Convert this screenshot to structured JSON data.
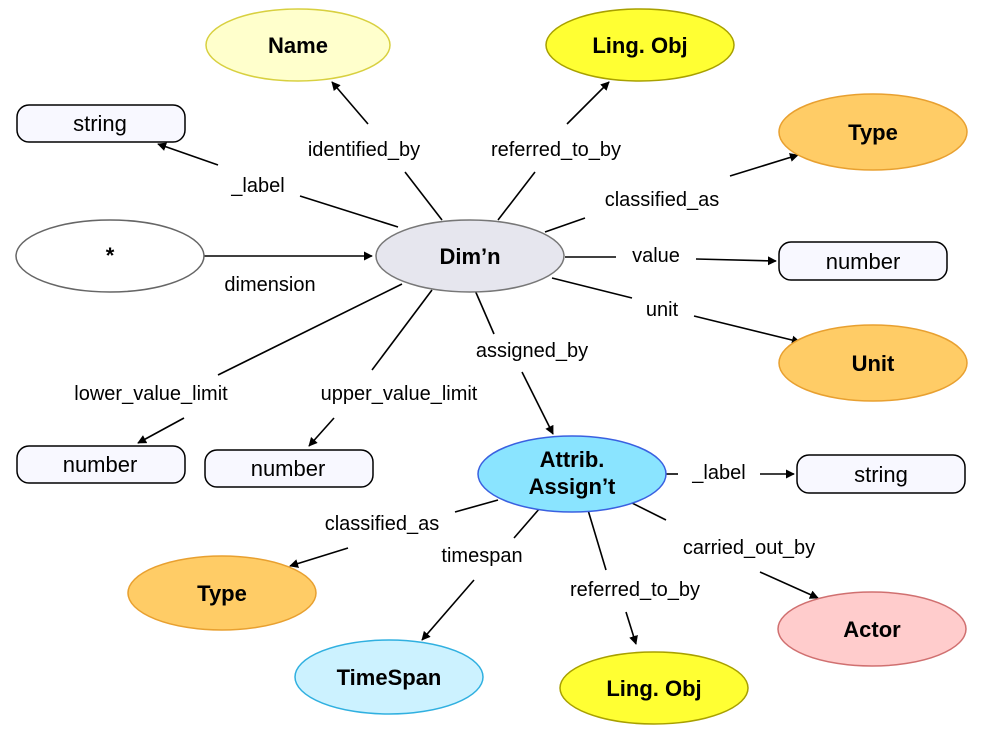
{
  "nodes": {
    "name": {
      "label": "Name",
      "color": "#ffffcc",
      "stroke": "#d8d040"
    },
    "ling_obj_top": {
      "label": "Ling. Obj",
      "color": "#ffff33",
      "stroke": "#a8a000"
    },
    "type_top": {
      "label": "Type",
      "color": "#ffcc66",
      "stroke": "#e8a030"
    },
    "string_top": {
      "label": "string"
    },
    "any": {
      "label": "*"
    },
    "dimension": {
      "label": "Dim’n",
      "color": "#e6e6ee",
      "stroke": "#777777"
    },
    "number_value": {
      "label": "number"
    },
    "unit": {
      "label": "Unit",
      "color": "#ffcc66",
      "stroke": "#e8a030"
    },
    "number_lower": {
      "label": "number"
    },
    "number_upper": {
      "label": "number"
    },
    "attrib_assign": {
      "label_line1": "Attrib.",
      "label_line2": "Assign’t",
      "color": "#8ae4ff",
      "stroke": "#3a60e0"
    },
    "string_bottom": {
      "label": "string"
    },
    "type_bottom": {
      "label": "Type",
      "color": "#ffcc66",
      "stroke": "#e8a030"
    },
    "timespan": {
      "label": "TimeSpan",
      "color": "#ccf2ff",
      "stroke": "#30b0e0"
    },
    "ling_obj_bottom": {
      "label": "Ling. Obj",
      "color": "#ffff33",
      "stroke": "#a8a000"
    },
    "actor": {
      "label": "Actor",
      "color": "#ffcccc",
      "stroke": "#d07070"
    }
  },
  "edges": {
    "label_top": "_label",
    "identified_by": "identified_by",
    "referred_to_by_top": "referred_to_by",
    "classified_as_top": "classified_as",
    "dimension": "dimension",
    "value": "value",
    "unit": "unit",
    "assigned_by": "assigned_by",
    "lower_value_limit": "lower_value_limit",
    "upper_value_limit": "upper_value_limit",
    "label_bottom": "_label",
    "classified_as_bottom": "classified_as",
    "timespan": "timespan",
    "referred_to_by_bottom": "referred_to_by",
    "carried_out_by": "carried_out_by"
  }
}
